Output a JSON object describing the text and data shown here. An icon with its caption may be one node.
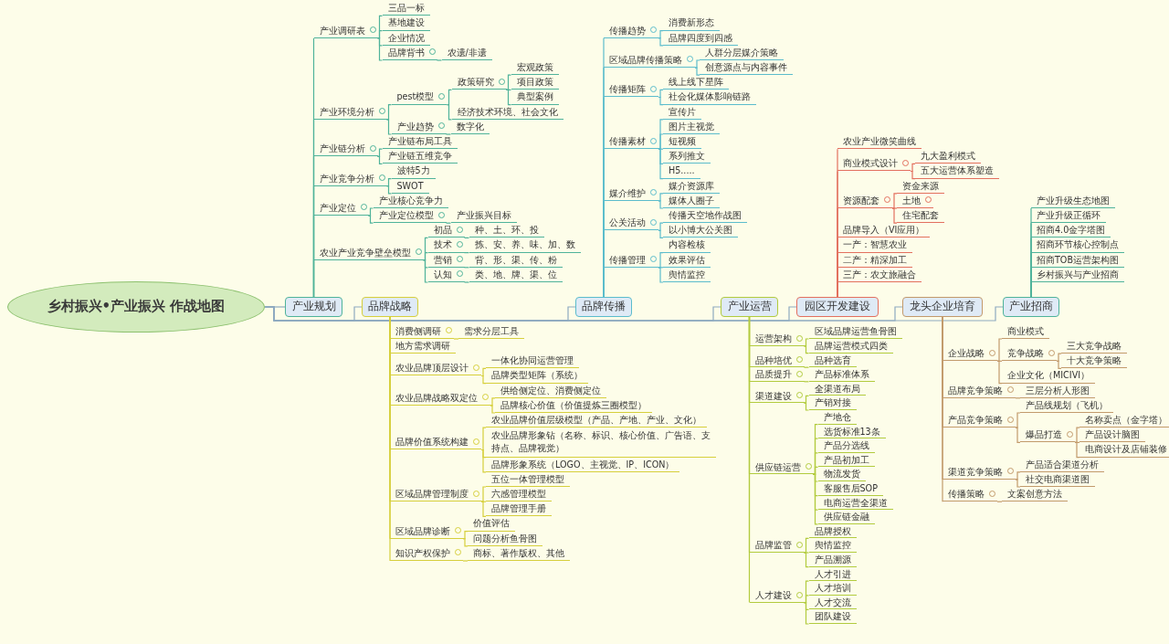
{
  "diagram": {
    "nodes": [
      {
        "text": [
          "乡村振兴•产业振兴 作战地图"
        ]
      },
      {
        "text": [
          "产业规划"
        ]
      },
      {
        "text": [
          "品牌战略"
        ]
      },
      {
        "text": [
          "品牌传播"
        ]
      },
      {
        "text": [
          "产业运营"
        ]
      },
      {
        "text": [
          "园区开发建设"
        ]
      },
      {
        "text": [
          "龙头企业培育"
        ]
      },
      {
        "text": [
          "产业招商"
        ]
      },
      {
        "text": [
          "产业调研表"
        ]
      },
      {
        "text": [
          "三品一标"
        ]
      },
      {
        "text": [
          "基地建设"
        ]
      },
      {
        "text": [
          "企业情况"
        ]
      },
      {
        "text": [
          "品牌背书"
        ]
      },
      {
        "text": [
          "农遗/非遗"
        ]
      },
      {
        "text": [
          "产业环境分析"
        ]
      },
      {
        "text": [
          "pest模型"
        ]
      },
      {
        "text": [
          "政策研究"
        ]
      },
      {
        "text": [
          "宏观政策"
        ]
      },
      {
        "text": [
          "项目政策"
        ]
      },
      {
        "text": [
          "典型案例"
        ]
      },
      {
        "text": [
          "经济技术环境、社会文化"
        ]
      },
      {
        "text": [
          "产业趋势"
        ]
      },
      {
        "text": [
          "数字化"
        ]
      },
      {
        "text": [
          "产业链分析"
        ]
      },
      {
        "text": [
          "产业链布局工具"
        ]
      },
      {
        "text": [
          "产业链五维竞争"
        ]
      },
      {
        "text": [
          "产业竞争分析"
        ]
      },
      {
        "text": [
          "波特5力"
        ]
      },
      {
        "text": [
          "SWOT"
        ]
      },
      {
        "text": [
          "产业定位"
        ]
      },
      {
        "text": [
          "产业核心竞争力"
        ]
      },
      {
        "text": [
          "产业定位模型"
        ]
      },
      {
        "text": [
          "产业振兴目标"
        ]
      },
      {
        "text": [
          "农业产业竞争壁垒模型"
        ]
      },
      {
        "text": [
          "初品"
        ]
      },
      {
        "text": [
          "种、土、环、投"
        ]
      },
      {
        "text": [
          "技术"
        ]
      },
      {
        "text": [
          "拣、安、养、味、加、数"
        ]
      },
      {
        "text": [
          "营销"
        ]
      },
      {
        "text": [
          "背、形、渠、传、粉"
        ]
      },
      {
        "text": [
          "认知"
        ]
      },
      {
        "text": [
          "类、地、牌、渠、位"
        ]
      },
      {
        "text": [
          "消费侧调研"
        ]
      },
      {
        "text": [
          "需求分层工具"
        ]
      },
      {
        "text": [
          "地方需求调研"
        ]
      },
      {
        "text": [
          "农业品牌顶层设计"
        ]
      },
      {
        "text": [
          "一体化协同运营管理"
        ]
      },
      {
        "text": [
          "品牌类型矩阵（系统）"
        ]
      },
      {
        "text": [
          "农业品牌战略双定位"
        ]
      },
      {
        "text": [
          "供给侧定位、消费侧定位"
        ]
      },
      {
        "text": [
          "品牌核心价值（价值提炼三圈模型）"
        ]
      },
      {
        "text": [
          "品牌价值系统构建"
        ]
      },
      {
        "text": [
          "农业品牌价值层级模型（产品、产地、产业、文化）"
        ]
      },
      {
        "text": [
          "农业品牌形象钻（名称、标识、核心价值、广告语、支持点、品牌视觉）"
        ]
      },
      {
        "text": [
          "品牌形象系统（LOGO、主视觉、IP、ICON）"
        ]
      },
      {
        "text": [
          "区域品牌管理制度"
        ]
      },
      {
        "text": [
          "五位一体管理模型"
        ]
      },
      {
        "text": [
          "六感管理模型"
        ]
      },
      {
        "text": [
          "品牌管理手册"
        ]
      },
      {
        "text": [
          "区域品牌诊断"
        ]
      },
      {
        "text": [
          "价值评估"
        ]
      },
      {
        "text": [
          "问题分析鱼骨图"
        ]
      },
      {
        "text": [
          "知识产权保护"
        ]
      },
      {
        "text": [
          "商标、著作版权、其他"
        ]
      },
      {
        "text": [
          "传播趋势"
        ]
      },
      {
        "text": [
          "消费新形态"
        ]
      },
      {
        "text": [
          "品牌四度到四感"
        ]
      },
      {
        "text": [
          "区域品牌传播策略"
        ]
      },
      {
        "text": [
          "人群分层媒介策略"
        ]
      },
      {
        "text": [
          "创意源点与内容事件"
        ]
      },
      {
        "text": [
          "传播矩阵"
        ]
      },
      {
        "text": [
          "线上线下星阵"
        ]
      },
      {
        "text": [
          "社会化媒体影响链路"
        ]
      },
      {
        "text": [
          "传播素材"
        ]
      },
      {
        "text": [
          "宣传片"
        ]
      },
      {
        "text": [
          "图片主视觉"
        ]
      },
      {
        "text": [
          "短视频"
        ]
      },
      {
        "text": [
          "系列推文"
        ]
      },
      {
        "text": [
          "H5....."
        ]
      },
      {
        "text": [
          "媒介维护"
        ]
      },
      {
        "text": [
          "媒介资源库"
        ]
      },
      {
        "text": [
          "媒体人圈子"
        ]
      },
      {
        "text": [
          "公关活动"
        ]
      },
      {
        "text": [
          "传播天空地作战图"
        ]
      },
      {
        "text": [
          "以小博大公关图"
        ]
      },
      {
        "text": [
          "传播管理"
        ]
      },
      {
        "text": [
          "内容检核"
        ]
      },
      {
        "text": [
          "效果评估"
        ]
      },
      {
        "text": [
          "舆情监控"
        ]
      },
      {
        "text": [
          "运营架构"
        ]
      },
      {
        "text": [
          "区域品牌运营鱼骨图"
        ]
      },
      {
        "text": [
          "品牌运营模式四类"
        ]
      },
      {
        "text": [
          "品种培优"
        ]
      },
      {
        "text": [
          "品种选育"
        ]
      },
      {
        "text": [
          "品质提升"
        ]
      },
      {
        "text": [
          "产品标准体系"
        ]
      },
      {
        "text": [
          "渠道建设"
        ]
      },
      {
        "text": [
          "全渠道布局"
        ]
      },
      {
        "text": [
          "产销对接"
        ]
      },
      {
        "text": [
          "供应链运营"
        ]
      },
      {
        "text": [
          "产地仓"
        ]
      },
      {
        "text": [
          "选货标准13条"
        ]
      },
      {
        "text": [
          "产品分选线"
        ]
      },
      {
        "text": [
          "产品初加工"
        ]
      },
      {
        "text": [
          "物流发货"
        ]
      },
      {
        "text": [
          "客服售后SOP"
        ]
      },
      {
        "text": [
          "电商运营全渠道"
        ]
      },
      {
        "text": [
          "供应链金融"
        ]
      },
      {
        "text": [
          "品牌监管"
        ]
      },
      {
        "text": [
          "品牌授权"
        ]
      },
      {
        "text": [
          "舆情监控"
        ]
      },
      {
        "text": [
          "产品溯源"
        ]
      },
      {
        "text": [
          "人才建设"
        ]
      },
      {
        "text": [
          "人才引进"
        ]
      },
      {
        "text": [
          "人才培训"
        ]
      },
      {
        "text": [
          "人才交流"
        ]
      },
      {
        "text": [
          "团队建设"
        ]
      },
      {
        "text": [
          "农业产业微笑曲线"
        ]
      },
      {
        "text": [
          "商业模式设计"
        ]
      },
      {
        "text": [
          "九大盈利模式"
        ]
      },
      {
        "text": [
          "五大运营体系塑造"
        ]
      },
      {
        "text": [
          "资源配套"
        ]
      },
      {
        "text": [
          "资金来源"
        ]
      },
      {
        "text": [
          "土地"
        ]
      },
      {
        "text": [
          "住宅配套"
        ]
      },
      {
        "text": [
          "品牌导入（VI应用）"
        ]
      },
      {
        "text": [
          "一产：智慧农业"
        ]
      },
      {
        "text": [
          "二产：精深加工"
        ]
      },
      {
        "text": [
          "三产：农文旅融合"
        ]
      },
      {
        "text": [
          "企业战略"
        ]
      },
      {
        "text": [
          "商业模式"
        ]
      },
      {
        "text": [
          "竞争战略"
        ]
      },
      {
        "text": [
          "三大竞争战略"
        ]
      },
      {
        "text": [
          "十大竞争策略"
        ]
      },
      {
        "text": [
          "企业文化（MICIVI）"
        ]
      },
      {
        "text": [
          "品牌竞争策略"
        ]
      },
      {
        "text": [
          "三层分析人形图"
        ]
      },
      {
        "text": [
          "产品竞争策略"
        ]
      },
      {
        "text": [
          "产品线规划（飞机）"
        ]
      },
      {
        "text": [
          "爆品打造"
        ]
      },
      {
        "text": [
          "名称卖点（金字塔）"
        ]
      },
      {
        "text": [
          "产品设计脑图"
        ]
      },
      {
        "text": [
          "电商设计及店铺装修"
        ]
      },
      {
        "text": [
          "渠道竞争策略"
        ]
      },
      {
        "text": [
          "产品适合渠道分析"
        ]
      },
      {
        "text": [
          "社交电商渠道图"
        ]
      },
      {
        "text": [
          "传播策略"
        ]
      },
      {
        "text": [
          "文案创意方法"
        ]
      },
      {
        "text": [
          "产业升级生态地图"
        ]
      },
      {
        "text": [
          "产业升级正循环"
        ]
      },
      {
        "text": [
          "招商4.0金字塔图"
        ]
      },
      {
        "text": [
          "招商环节核心控制点"
        ]
      },
      {
        "text": [
          "招商TOB运营架构图"
        ]
      },
      {
        "text": [
          "乡村振兴与产业招商"
        ]
      }
    ],
    "edges": [
      {
        "from": 0,
        "to": 1,
        "arrow": "none",
        "color": "#8eaac0"
      },
      {
        "from": 0,
        "to": 2,
        "arrow": "none",
        "color": "#8eaac0"
      },
      {
        "from": 0,
        "to": 3,
        "arrow": "none",
        "color": "#8eaac0"
      },
      {
        "from": 0,
        "to": 4,
        "arrow": "none",
        "color": "#8eaac0"
      },
      {
        "from": 0,
        "to": 5,
        "arrow": "none",
        "color": "#8eaac0"
      },
      {
        "from": 0,
        "to": 6,
        "arrow": "none",
        "color": "#8eaac0"
      },
      {
        "from": 0,
        "to": 7,
        "arrow": "none",
        "color": "#8eaac0"
      },
      {
        "from": 1,
        "to": 8,
        "arrow": "none"
      },
      {
        "from": 8,
        "to": 9,
        "arrow": "none"
      },
      {
        "from": 8,
        "to": 10,
        "arrow": "none"
      },
      {
        "from": 8,
        "to": 11,
        "arrow": "none"
      },
      {
        "from": 8,
        "to": 12,
        "arrow": "none"
      },
      {
        "from": 12,
        "to": 13,
        "arrow": "none"
      },
      {
        "from": 1,
        "to": 14,
        "arrow": "none"
      },
      {
        "from": 14,
        "to": 15,
        "arrow": "none"
      },
      {
        "from": 15,
        "to": 16,
        "arrow": "none"
      },
      {
        "from": 16,
        "to": 17,
        "arrow": "none"
      },
      {
        "from": 16,
        "to": 18,
        "arrow": "none"
      },
      {
        "from": 16,
        "to": 19,
        "arrow": "none"
      },
      {
        "from": 15,
        "to": 20,
        "arrow": "none"
      },
      {
        "from": 14,
        "to": 21,
        "arrow": "none"
      },
      {
        "from": 21,
        "to": 22,
        "arrow": "none"
      },
      {
        "from": 1,
        "to": 23,
        "arrow": "none"
      },
      {
        "from": 23,
        "to": 24,
        "arrow": "none"
      },
      {
        "from": 23,
        "to": 25,
        "arrow": "none"
      },
      {
        "from": 1,
        "to": 26,
        "arrow": "none"
      },
      {
        "from": 26,
        "to": 27,
        "arrow": "none"
      },
      {
        "from": 26,
        "to": 28,
        "arrow": "none"
      },
      {
        "from": 1,
        "to": 29,
        "arrow": "none"
      },
      {
        "from": 29,
        "to": 30,
        "arrow": "none"
      },
      {
        "from": 29,
        "to": 31,
        "arrow": "none"
      },
      {
        "from": 31,
        "to": 32,
        "arrow": "none"
      },
      {
        "from": 1,
        "to": 33,
        "arrow": "none"
      },
      {
        "from": 33,
        "to": 34,
        "arrow": "none"
      },
      {
        "from": 34,
        "to": 35,
        "arrow": "none"
      },
      {
        "from": 33,
        "to": 36,
        "arrow": "none"
      },
      {
        "from": 36,
        "to": 37,
        "arrow": "none"
      },
      {
        "from": 33,
        "to": 38,
        "arrow": "none"
      },
      {
        "from": 38,
        "to": 39,
        "arrow": "none"
      },
      {
        "from": 33,
        "to": 40,
        "arrow": "none"
      },
      {
        "from": 40,
        "to": 41,
        "arrow": "none"
      },
      {
        "from": 2,
        "to": 42,
        "arrow": "none",
        "color": "#d6cf3c"
      },
      {
        "from": 42,
        "to": 43,
        "arrow": "none",
        "color": "#d6cf3c"
      },
      {
        "from": 2,
        "to": 44,
        "arrow": "none",
        "color": "#d6cf3c"
      },
      {
        "from": 2,
        "to": 45,
        "arrow": "none",
        "color": "#d6cf3c"
      },
      {
        "from": 45,
        "to": 46,
        "arrow": "none",
        "color": "#d6cf3c"
      },
      {
        "from": 45,
        "to": 47,
        "arrow": "none",
        "color": "#d6cf3c"
      },
      {
        "from": 2,
        "to": 48,
        "arrow": "none",
        "color": "#d6cf3c"
      },
      {
        "from": 48,
        "to": 49,
        "arrow": "none",
        "color": "#d6cf3c"
      },
      {
        "from": 48,
        "to": 50,
        "arrow": "none",
        "color": "#d6cf3c"
      },
      {
        "from": 2,
        "to": 51,
        "arrow": "none",
        "color": "#d6cf3c"
      },
      {
        "from": 51,
        "to": 52,
        "arrow": "none",
        "color": "#d6cf3c"
      },
      {
        "from": 51,
        "to": 53,
        "arrow": "none",
        "color": "#d6cf3c"
      },
      {
        "from": 51,
        "to": 54,
        "arrow": "none",
        "color": "#d6cf3c"
      },
      {
        "from": 2,
        "to": 55,
        "arrow": "none",
        "color": "#d6cf3c"
      },
      {
        "from": 55,
        "to": 56,
        "arrow": "none",
        "color": "#d6cf3c"
      },
      {
        "from": 55,
        "to": 57,
        "arrow": "none",
        "color": "#d6cf3c"
      },
      {
        "from": 55,
        "to": 58,
        "arrow": "none",
        "color": "#d6cf3c"
      },
      {
        "from": 2,
        "to": 59,
        "arrow": "none",
        "color": "#d6cf3c"
      },
      {
        "from": 59,
        "to": 60,
        "arrow": "none",
        "color": "#d6cf3c"
      },
      {
        "from": 59,
        "to": 61,
        "arrow": "none",
        "color": "#d6cf3c"
      },
      {
        "from": 2,
        "to": 62,
        "arrow": "none",
        "color": "#d6cf3c"
      },
      {
        "from": 62,
        "to": 63,
        "arrow": "none",
        "color": "#d6cf3c"
      },
      {
        "from": 3,
        "to": 64,
        "arrow": "none",
        "color": "#5bbccc"
      },
      {
        "from": 64,
        "to": 65,
        "arrow": "none",
        "color": "#5bbccc"
      },
      {
        "from": 64,
        "to": 66,
        "arrow": "none",
        "color": "#5bbccc"
      },
      {
        "from": 3,
        "to": 67,
        "arrow": "none",
        "color": "#5bbccc"
      },
      {
        "from": 67,
        "to": 68,
        "arrow": "none",
        "color": "#5bbccc"
      },
      {
        "from": 67,
        "to": 69,
        "arrow": "none",
        "color": "#5bbccc"
      },
      {
        "from": 3,
        "to": 70,
        "arrow": "none",
        "color": "#5bbccc"
      },
      {
        "from": 70,
        "to": 71,
        "arrow": "none",
        "color": "#5bbccc"
      },
      {
        "from": 70,
        "to": 72,
        "arrow": "none",
        "color": "#5bbccc"
      },
      {
        "from": 3,
        "to": 73,
        "arrow": "none",
        "color": "#5bbccc"
      },
      {
        "from": 73,
        "to": 74,
        "arrow": "none",
        "color": "#5bbccc"
      },
      {
        "from": 73,
        "to": 75,
        "arrow": "none",
        "color": "#5bbccc"
      },
      {
        "from": 73,
        "to": 76,
        "arrow": "none",
        "color": "#5bbccc"
      },
      {
        "from": 73,
        "to": 77,
        "arrow": "none",
        "color": "#5bbccc"
      },
      {
        "from": 73,
        "to": 78,
        "arrow": "none",
        "color": "#5bbccc"
      },
      {
        "from": 3,
        "to": 79,
        "arrow": "none",
        "color": "#5bbccc"
      },
      {
        "from": 79,
        "to": 80,
        "arrow": "none",
        "color": "#5bbccc"
      },
      {
        "from": 79,
        "to": 81,
        "arrow": "none",
        "color": "#5bbccc"
      },
      {
        "from": 3,
        "to": 82,
        "arrow": "none",
        "color": "#5bbccc"
      },
      {
        "from": 82,
        "to": 83,
        "arrow": "none",
        "color": "#5bbccc"
      },
      {
        "from": 82,
        "to": 84,
        "arrow": "none",
        "color": "#5bbccc"
      },
      {
        "from": 3,
        "to": 85,
        "arrow": "none",
        "color": "#5bbccc"
      },
      {
        "from": 85,
        "to": 86,
        "arrow": "none",
        "color": "#5bbccc"
      },
      {
        "from": 85,
        "to": 87,
        "arrow": "none",
        "color": "#5bbccc"
      },
      {
        "from": 85,
        "to": 88,
        "arrow": "none",
        "color": "#5bbccc"
      },
      {
        "from": 4,
        "to": 89,
        "arrow": "none",
        "color": "#b2cb3e"
      },
      {
        "from": 89,
        "to": 90,
        "arrow": "none",
        "color": "#b2cb3e"
      },
      {
        "from": 89,
        "to": 91,
        "arrow": "none",
        "color": "#b2cb3e"
      },
      {
        "from": 4,
        "to": 92,
        "arrow": "none",
        "color": "#b2cb3e"
      },
      {
        "from": 92,
        "to": 93,
        "arrow": "none",
        "color": "#b2cb3e"
      },
      {
        "from": 4,
        "to": 94,
        "arrow": "none",
        "color": "#b2cb3e"
      },
      {
        "from": 94,
        "to": 95,
        "arrow": "none",
        "color": "#b2cb3e"
      },
      {
        "from": 4,
        "to": 96,
        "arrow": "none",
        "color": "#b2cb3e"
      },
      {
        "from": 96,
        "to": 97,
        "arrow": "none",
        "color": "#b2cb3e"
      },
      {
        "from": 96,
        "to": 98,
        "arrow": "none",
        "color": "#b2cb3e"
      },
      {
        "from": 4,
        "to": 99,
        "arrow": "none",
        "color": "#b2cb3e"
      },
      {
        "from": 99,
        "to": 100,
        "arrow": "none",
        "color": "#b2cb3e"
      },
      {
        "from": 99,
        "to": 101,
        "arrow": "none",
        "color": "#b2cb3e"
      },
      {
        "from": 99,
        "to": 102,
        "arrow": "none",
        "color": "#b2cb3e"
      },
      {
        "from": 99,
        "to": 103,
        "arrow": "none",
        "color": "#b2cb3e"
      },
      {
        "from": 99,
        "to": 104,
        "arrow": "none",
        "color": "#b2cb3e"
      },
      {
        "from": 99,
        "to": 105,
        "arrow": "none",
        "color": "#b2cb3e"
      },
      {
        "from": 99,
        "to": 106,
        "arrow": "none",
        "color": "#b2cb3e"
      },
      {
        "from": 99,
        "to": 107,
        "arrow": "none",
        "color": "#b2cb3e"
      },
      {
        "from": 4,
        "to": 108,
        "arrow": "none",
        "color": "#b2cb3e"
      },
      {
        "from": 108,
        "to": 109,
        "arrow": "none",
        "color": "#b2cb3e"
      },
      {
        "from": 108,
        "to": 110,
        "arrow": "none",
        "color": "#b2cb3e"
      },
      {
        "from": 108,
        "to": 111,
        "arrow": "none",
        "color": "#b2cb3e"
      },
      {
        "from": 4,
        "to": 112,
        "arrow": "none",
        "color": "#b2cb3e"
      },
      {
        "from": 112,
        "to": 113,
        "arrow": "none",
        "color": "#b2cb3e"
      },
      {
        "from": 112,
        "to": 114,
        "arrow": "none",
        "color": "#b2cb3e"
      },
      {
        "from": 112,
        "to": 115,
        "arrow": "none",
        "color": "#b2cb3e"
      },
      {
        "from": 112,
        "to": 116,
        "arrow": "none",
        "color": "#b2cb3e"
      },
      {
        "from": 5,
        "to": 117,
        "arrow": "none",
        "color": "#e3705f"
      },
      {
        "from": 5,
        "to": 118,
        "arrow": "none",
        "color": "#e3705f"
      },
      {
        "from": 118,
        "to": 119,
        "arrow": "none",
        "color": "#e3705f"
      },
      {
        "from": 118,
        "to": 120,
        "arrow": "none",
        "color": "#e3705f"
      },
      {
        "from": 5,
        "to": 121,
        "arrow": "none",
        "color": "#e3705f"
      },
      {
        "from": 121,
        "to": 122,
        "arrow": "none",
        "color": "#e3705f"
      },
      {
        "from": 121,
        "to": 123,
        "arrow": "none",
        "color": "#e3705f"
      },
      {
        "from": 121,
        "to": 124,
        "arrow": "none",
        "color": "#e3705f"
      },
      {
        "from": 5,
        "to": 125,
        "arrow": "none",
        "color": "#e3705f"
      },
      {
        "from": 5,
        "to": 126,
        "arrow": "none",
        "color": "#e3705f"
      },
      {
        "from": 5,
        "to": 127,
        "arrow": "none",
        "color": "#e3705f"
      },
      {
        "from": 5,
        "to": 128,
        "arrow": "none",
        "color": "#e3705f"
      },
      {
        "from": 6,
        "to": 129,
        "arrow": "none",
        "color": "#c29a6c"
      },
      {
        "from": 129,
        "to": 130,
        "arrow": "none",
        "color": "#c29a6c"
      },
      {
        "from": 129,
        "to": 131,
        "arrow": "none",
        "color": "#c29a6c"
      },
      {
        "from": 131,
        "to": 132,
        "arrow": "none",
        "color": "#c29a6c"
      },
      {
        "from": 131,
        "to": 133,
        "arrow": "none",
        "color": "#c29a6c"
      },
      {
        "from": 129,
        "to": 134,
        "arrow": "none",
        "color": "#c29a6c"
      },
      {
        "from": 6,
        "to": 135,
        "arrow": "none",
        "color": "#c29a6c"
      },
      {
        "from": 135,
        "to": 136,
        "arrow": "none",
        "color": "#c29a6c"
      },
      {
        "from": 6,
        "to": 137,
        "arrow": "none",
        "color": "#c29a6c"
      },
      {
        "from": 137,
        "to": 138,
        "arrow": "none",
        "color": "#c29a6c"
      },
      {
        "from": 137,
        "to": 139,
        "arrow": "none",
        "color": "#c29a6c"
      },
      {
        "from": 139,
        "to": 140,
        "arrow": "none",
        "color": "#c29a6c"
      },
      {
        "from": 139,
        "to": 141,
        "arrow": "none",
        "color": "#c29a6c"
      },
      {
        "from": 139,
        "to": 142,
        "arrow": "none",
        "color": "#c29a6c"
      },
      {
        "from": 6,
        "to": 143,
        "arrow": "none",
        "color": "#c29a6c"
      },
      {
        "from": 143,
        "to": 144,
        "arrow": "none",
        "color": "#c29a6c"
      },
      {
        "from": 143,
        "to": 145,
        "arrow": "none",
        "color": "#c29a6c"
      },
      {
        "from": 6,
        "to": 146,
        "arrow": "none",
        "color": "#c29a6c"
      },
      {
        "from": 146,
        "to": 147,
        "arrow": "none",
        "color": "#c29a6c"
      },
      {
        "from": 7,
        "to": 148,
        "arrow": "none"
      },
      {
        "from": 7,
        "to": 149,
        "arrow": "none"
      },
      {
        "from": 7,
        "to": 150,
        "arrow": "none"
      },
      {
        "from": 7,
        "to": 151,
        "arrow": "none"
      },
      {
        "from": 7,
        "to": 152,
        "arrow": "none"
      },
      {
        "from": 7,
        "to": 153,
        "arrow": "none"
      }
    ]
  }
}
